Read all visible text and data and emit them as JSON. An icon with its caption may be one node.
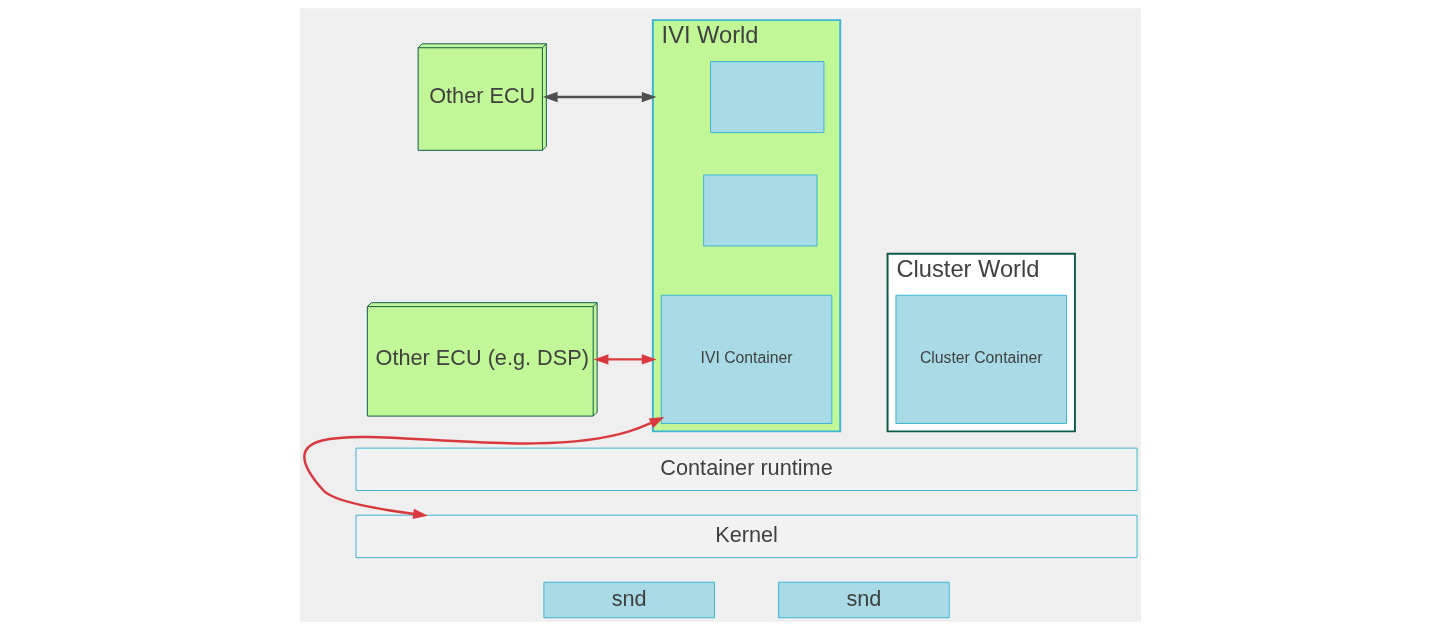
{
  "diagram": {
    "nodes": [
      {
        "text": [
          "Other ECU"
        ]
      },
      {
        "text": [
          "Other ECU (e.g. DSP)"
        ]
      },
      {
        "text": [
          "IVI World"
        ]
      },
      {
        "text": [],
        "shape": "box",
        "in": 2
      },
      {
        "text": [],
        "shape": "box",
        "in": 2
      },
      {
        "text": [
          "IVI Container"
        ],
        "in": 2
      },
      {
        "text": [
          "Cluster World"
        ]
      },
      {
        "text": [
          "Cluster Container"
        ],
        "in": 6
      },
      {
        "text": [
          "Container runtime"
        ]
      },
      {
        "text": [
          "Kernel"
        ]
      },
      {
        "text": [
          "snd"
        ]
      },
      {
        "text": [
          "snd"
        ]
      }
    ],
    "edges": [
      {
        "from": 0,
        "to": 2,
        "arrow": "both",
        "color": "#505050"
      },
      {
        "from": 1,
        "to": 2,
        "arrow": "both",
        "color": "#d9393e"
      },
      {
        "from": 5,
        "to": 9,
        "arrow": "both",
        "color": "#d9393e"
      }
    ]
  }
}
